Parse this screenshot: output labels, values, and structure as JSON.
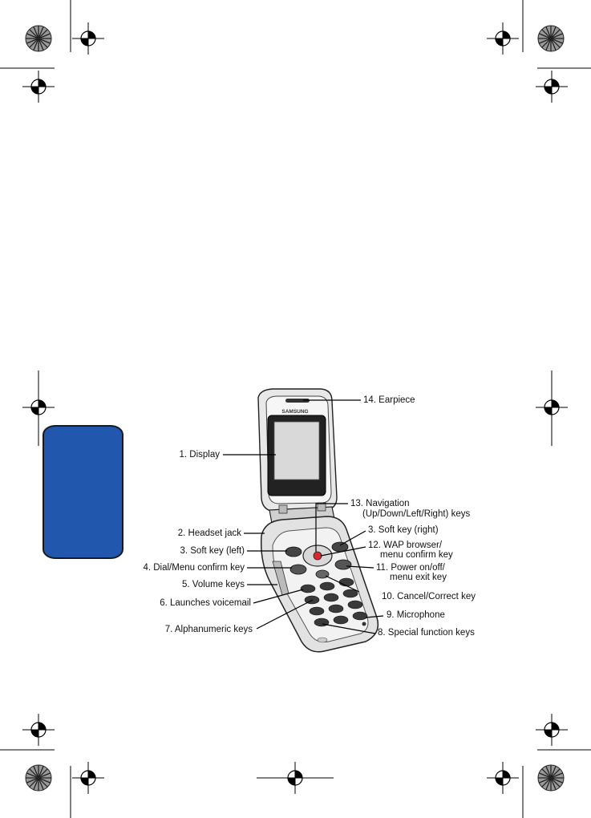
{
  "phone": {
    "brand": "SAMSUNG"
  },
  "tab": {
    "color": "#2158ad"
  },
  "labels": {
    "l1": "1. Display",
    "l2": "2. Headset jack",
    "l3": "3. Soft key (left)",
    "l4": "4. Dial/Menu confirm key",
    "l5": "5. Volume keys",
    "l6": "6. Launches voicemail",
    "l7": "7. Alphanumeric keys",
    "l14": "14. Earpiece",
    "l13a": "13. Navigation",
    "l13b": "(Up/Down/Left/Right) keys",
    "l3r": "3. Soft key (right)",
    "l12a": "12. WAP browser/",
    "l12b": "menu confirm key",
    "l11a": "11. Power on/off/",
    "l11b": "menu exit key",
    "l10": "10. Cancel/Correct key",
    "l9": "9. Microphone",
    "l8": "8. Special function keys"
  }
}
